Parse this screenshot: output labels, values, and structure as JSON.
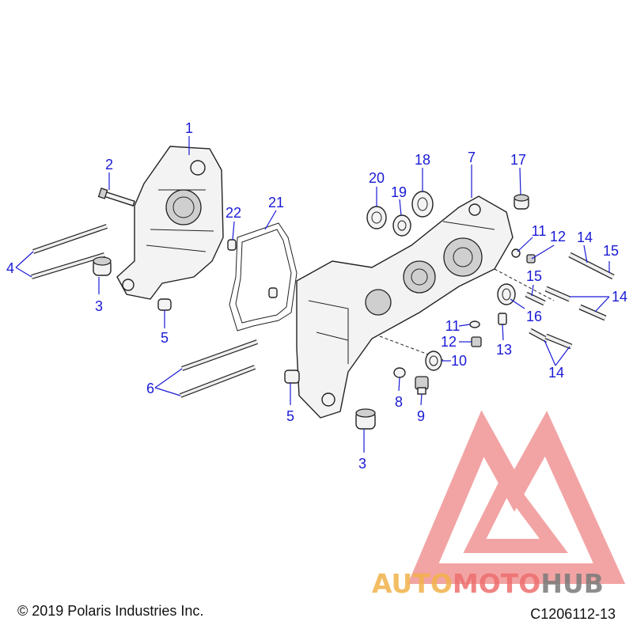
{
  "callouts": [
    {
      "id": "c1",
      "label": "1"
    },
    {
      "id": "c2",
      "label": "2"
    },
    {
      "id": "c3a",
      "label": "3"
    },
    {
      "id": "c3b",
      "label": "3"
    },
    {
      "id": "c4",
      "label": "4"
    },
    {
      "id": "c5a",
      "label": "5"
    },
    {
      "id": "c5b",
      "label": "5"
    },
    {
      "id": "c6",
      "label": "6"
    },
    {
      "id": "c7",
      "label": "7"
    },
    {
      "id": "c8",
      "label": "8"
    },
    {
      "id": "c9",
      "label": "9"
    },
    {
      "id": "c10",
      "label": "10"
    },
    {
      "id": "c11a",
      "label": "11"
    },
    {
      "id": "c11b",
      "label": "11"
    },
    {
      "id": "c12a",
      "label": "12"
    },
    {
      "id": "c12b",
      "label": "12"
    },
    {
      "id": "c13",
      "label": "13"
    },
    {
      "id": "c14a",
      "label": "14"
    },
    {
      "id": "c14b",
      "label": "14"
    },
    {
      "id": "c14c",
      "label": "14"
    },
    {
      "id": "c15a",
      "label": "15"
    },
    {
      "id": "c15b",
      "label": "15"
    },
    {
      "id": "c16",
      "label": "16"
    },
    {
      "id": "c17",
      "label": "17"
    },
    {
      "id": "c18",
      "label": "18"
    },
    {
      "id": "c19",
      "label": "19"
    },
    {
      "id": "c20",
      "label": "20"
    },
    {
      "id": "c21",
      "label": "21"
    },
    {
      "id": "c22",
      "label": "22"
    }
  ],
  "footer": {
    "copyright": "© 2019 Polaris Industries Inc.",
    "figure_code": "C1206112-13"
  },
  "watermark": {
    "part1": "AUTO",
    "part2": "MOTO",
    "part3": "HUB",
    "colors": {
      "auto": "#f2b24a",
      "moto": "#ee6f6f",
      "hub": "#7a7a7a",
      "logo": "#e85a5a"
    }
  },
  "colors": {
    "callout": "#1a1ad6",
    "line": "#222222"
  }
}
